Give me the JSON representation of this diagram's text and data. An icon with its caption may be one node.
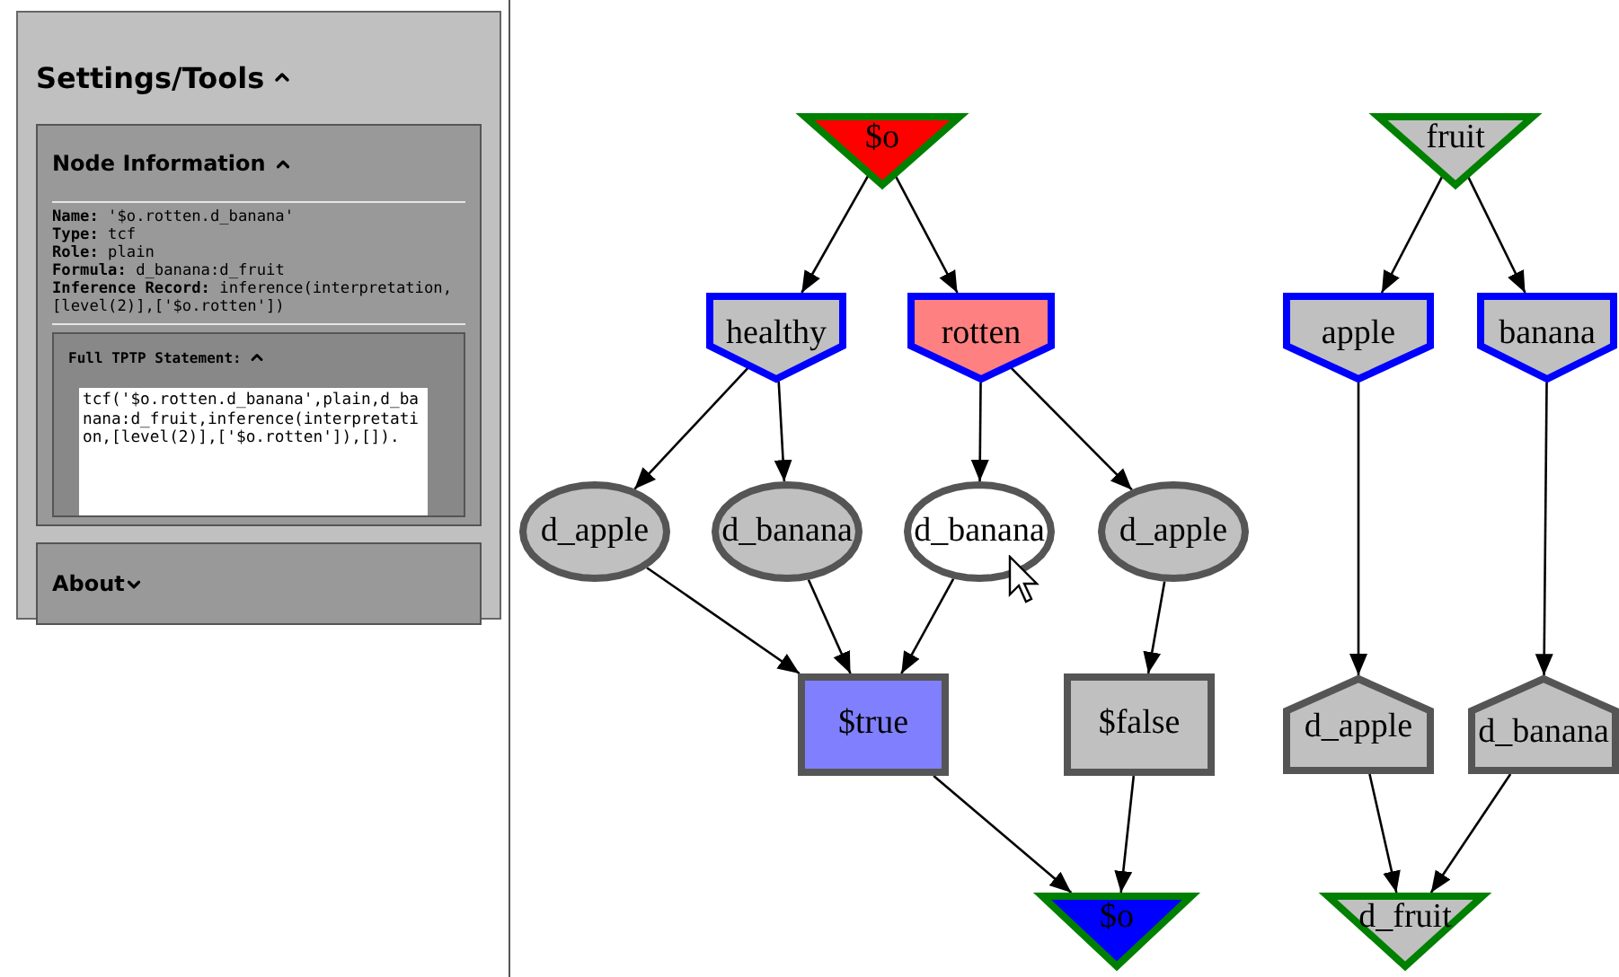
{
  "diagram": {
    "nodes": [
      {
        "text": [
          "$o"
        ]
      },
      {
        "text": [
          "healthy"
        ]
      },
      {
        "text": [
          "rotten"
        ]
      },
      {
        "text": [
          "d_apple"
        ]
      },
      {
        "text": [
          "d_banana"
        ]
      },
      {
        "text": [
          "d_banana"
        ]
      },
      {
        "text": [
          "d_apple"
        ]
      },
      {
        "text": [
          "$true"
        ]
      },
      {
        "text": [
          "$false"
        ]
      },
      {
        "text": [
          "$o"
        ]
      },
      {
        "text": [
          "fruit"
        ]
      },
      {
        "text": [
          "apple"
        ]
      },
      {
        "text": [
          "banana"
        ]
      },
      {
        "text": [
          "d_apple"
        ]
      },
      {
        "text": [
          "d_banana"
        ]
      },
      {
        "text": [
          "d_fruit"
        ]
      }
    ],
    "edges": [
      {
        "from": 0,
        "to": 1,
        "arrow": "to"
      },
      {
        "from": 0,
        "to": 2,
        "arrow": "to"
      },
      {
        "from": 1,
        "to": 3,
        "arrow": "to"
      },
      {
        "from": 1,
        "to": 4,
        "arrow": "to"
      },
      {
        "from": 2,
        "to": 5,
        "arrow": "to"
      },
      {
        "from": 2,
        "to": 6,
        "arrow": "to"
      },
      {
        "from": 3,
        "to": 7,
        "arrow": "to"
      },
      {
        "from": 4,
        "to": 7,
        "arrow": "to"
      },
      {
        "from": 5,
        "to": 7,
        "arrow": "to"
      },
      {
        "from": 6,
        "to": 8,
        "arrow": "to"
      },
      {
        "from": 7,
        "to": 9,
        "arrow": "to"
      },
      {
        "from": 8,
        "to": 9,
        "arrow": "to"
      },
      {
        "from": 10,
        "to": 11,
        "arrow": "to"
      },
      {
        "from": 10,
        "to": 12,
        "arrow": "to"
      },
      {
        "from": 11,
        "to": 13,
        "arrow": "to"
      },
      {
        "from": 12,
        "to": 14,
        "arrow": "to"
      },
      {
        "from": 13,
        "to": 15,
        "arrow": "to"
      },
      {
        "from": 14,
        "to": 15,
        "arrow": "to"
      }
    ],
    "labels": [
      "Settings/Tools",
      "Node Information",
      "**Name:** '$o.rotten.d_banana'",
      "**Type:** tcf",
      "**Role:** plain",
      "**Formula:** d_banana:d_fruit",
      "**Inference Record:** inference(interpretation, [level(2)],['$o.rotten'])",
      "Full TPTP Statement:",
      "tcf('$o.rotten.d_banana',plain,d_banana:d_fruit,inference(interpretation,[level(2)],['$o.rotten']),[]).",
      "About"
    ]
  }
}
